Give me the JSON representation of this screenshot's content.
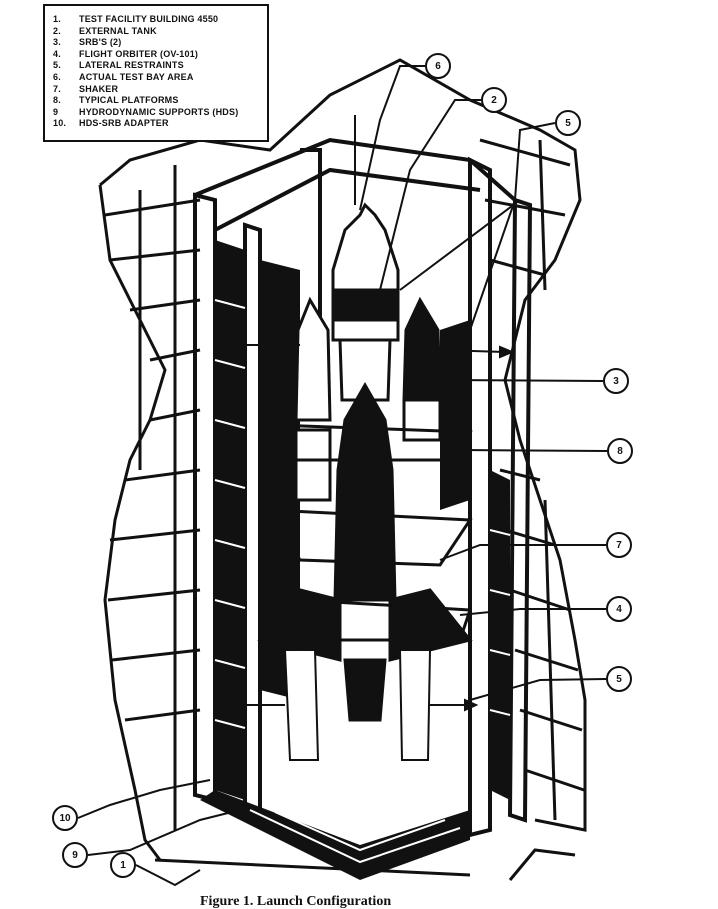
{
  "legend": {
    "items": [
      {
        "num": "1.",
        "text": "TEST FACILITY BUILDING 4550"
      },
      {
        "num": "2.",
        "text": "EXTERNAL TANK"
      },
      {
        "num": "3.",
        "text": "SRB'S (2)"
      },
      {
        "num": "4.",
        "text": "FLIGHT ORBITER (OV-101)"
      },
      {
        "num": "5.",
        "text": "LATERAL RESTRAINTS"
      },
      {
        "num": "6.",
        "text": "ACTUAL TEST BAY AREA"
      },
      {
        "num": "7.",
        "text": "SHAKER"
      },
      {
        "num": "8.",
        "text": "TYPICAL PLATFORMS"
      },
      {
        "num": "9",
        "text": "HYDRODYNAMIC SUPPORTS (HDS)"
      },
      {
        "num": "10.",
        "text": "HDS-SRB ADAPTER"
      }
    ]
  },
  "callouts": [
    "6",
    "2",
    "5",
    "3",
    "8",
    "7",
    "4",
    "5",
    "10",
    "9",
    "1"
  ],
  "caption": "Figure 1.   Launch Configuration",
  "colors": {
    "ink": "#111111",
    "paper": "#ffffff"
  }
}
